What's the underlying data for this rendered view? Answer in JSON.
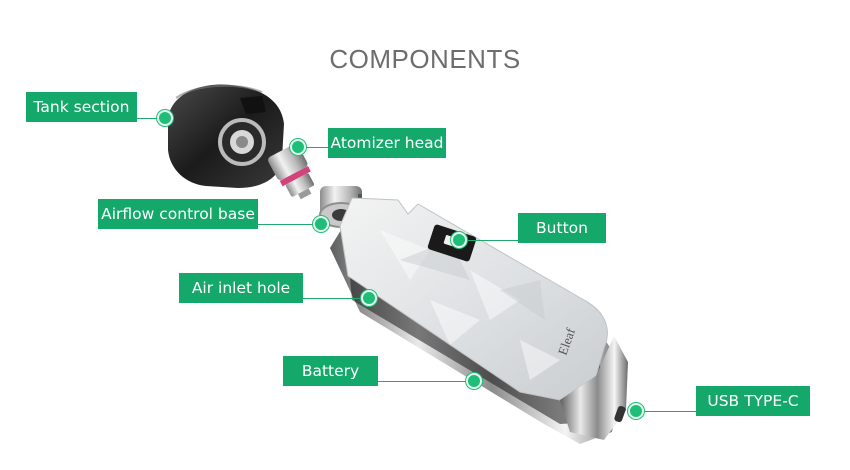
{
  "title": "COMPONENTS",
  "labels": {
    "tank_section": "Tank section",
    "atomizer_head": "Atomizer head",
    "airflow_control_base": "Airflow control base",
    "button": "Button",
    "air_inlet_hole": "Air inlet hole",
    "battery": "Battery",
    "usb_type_c": "USB TYPE-C"
  },
  "brand_logo_text": "Eleaf",
  "colors": {
    "label_bg": "#14a86a",
    "label_text": "#ffffff",
    "title_text": "#6d6d6d",
    "dot": "#1fbe78"
  }
}
